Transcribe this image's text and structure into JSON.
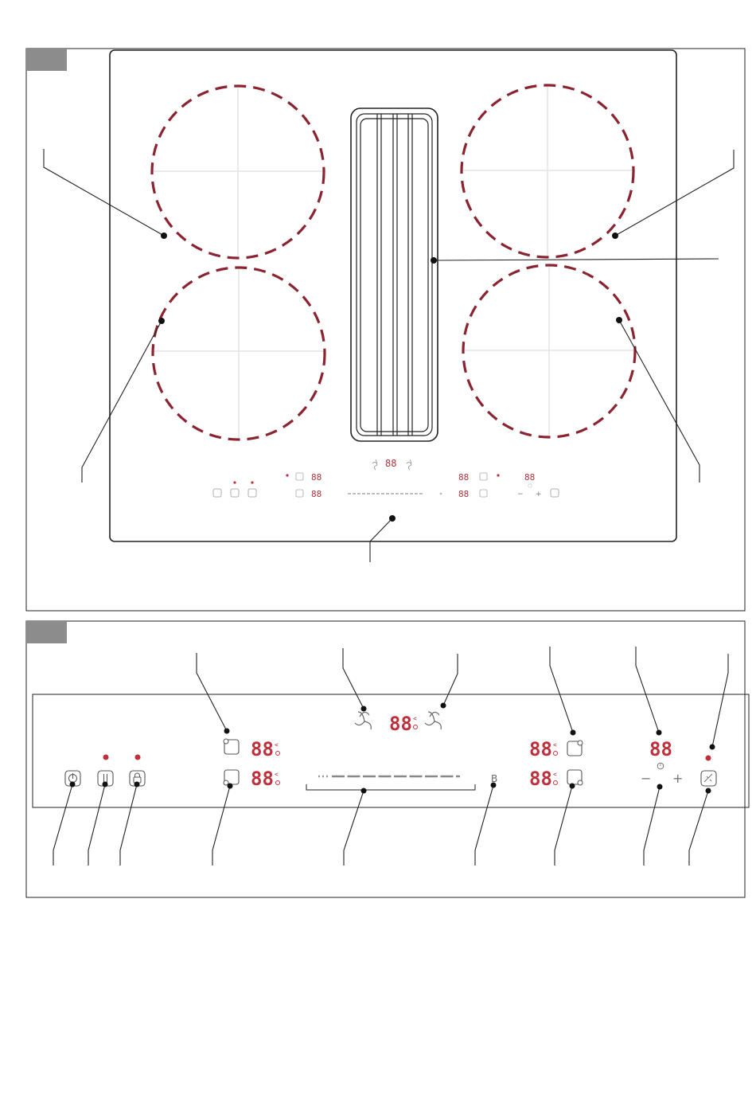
{
  "colors": {
    "zone_dash": "#8a2430",
    "segment_display": "#c0303c",
    "indicator_dot": "#c0303c",
    "frame": "#222222",
    "figure_tab": "#8c8c8c",
    "crosshair": "#e4e4e4",
    "slider": "#888888"
  },
  "figure1": {
    "cooktop_top": {
      "extractor_display": "88",
      "front_left_display": "88",
      "rear_left_display": "88",
      "rear_right_display": "88",
      "front_right_display": "88",
      "timer_display": "88",
      "minus_symbol": "−",
      "plus_symbol": "+"
    }
  },
  "figure2": {
    "extractor_display": "88",
    "rear_left_display": "88",
    "front_left_display": "88",
    "rear_right_display": "88",
    "front_right_display": "88",
    "timer_display": "88",
    "boost_label": "B",
    "minus_symbol": "−",
    "plus_symbol": "+"
  },
  "icons": [
    "power-icon",
    "pause-icon",
    "lock-icon",
    "fan-icon",
    "timer-icon",
    "zone-rear-icon",
    "zone-front-icon",
    "clean-icon"
  ]
}
